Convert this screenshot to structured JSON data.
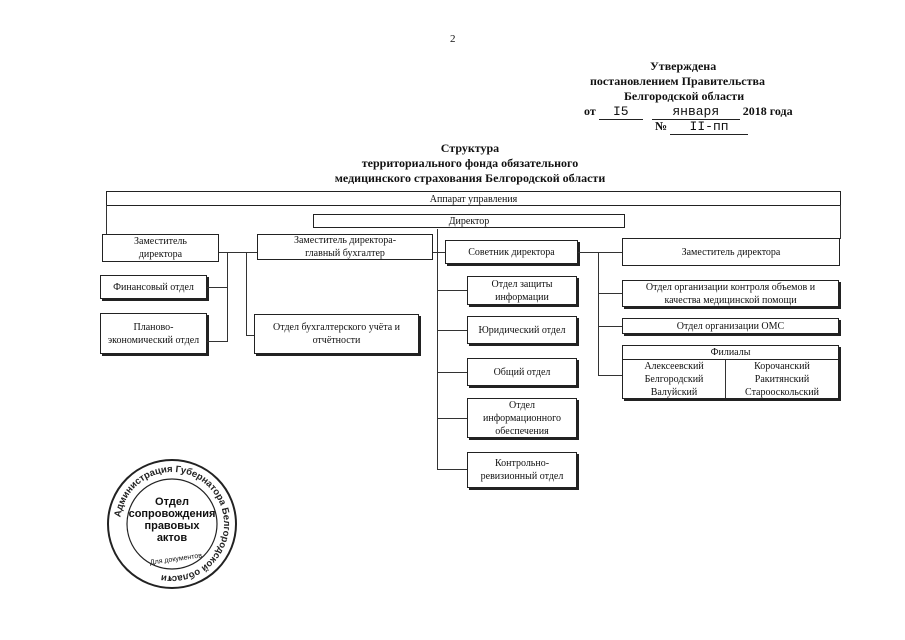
{
  "page_number": "2",
  "approval": {
    "line1": "Утверждена",
    "line2": "постановлением Правительства",
    "line3": "Белгородской области",
    "from_label": "от",
    "day": "I5",
    "month": "января",
    "year": "2018 года",
    "number_label": "№",
    "number": "II-пп"
  },
  "title": {
    "line1": "Структура",
    "line2": "территориального фонда обязательного",
    "line3": "медицинского страхования  Белгородской области"
  },
  "org": {
    "management": "Аппарат управления",
    "director": "Директор",
    "deputy_left": [
      "Заместитель",
      "директора"
    ],
    "deputy_chief_accountant": [
      "Заместитель директора-",
      "главный бухгалтер"
    ],
    "advisor": "Советник директора",
    "deputy_right": "Заместитель  директора",
    "finance": "Финансовый отдел",
    "planning": [
      "Планово-",
      "экономический отдел"
    ],
    "accounting": [
      "Отдел бухгалтерского учёта и",
      "отчётности"
    ],
    "info_protection": [
      "Отдел  защиты",
      "информации"
    ],
    "legal": "Юридический отдел",
    "general": "Общий отдел",
    "it_support": [
      "Отдел",
      "информационного",
      "обеспечения"
    ],
    "audit": [
      "Контрольно-",
      "ревизионный отдел"
    ],
    "quality_control": [
      "Отдел организации контроля объемов и",
      "качества медицинской помощи"
    ],
    "oms": "Отдел организации ОМС",
    "branches_title": "Филиалы",
    "branches_left": [
      "Алексеевский",
      "Белгородский",
      "Валуйский"
    ],
    "branches_right": [
      "Корочанский",
      "Ракитянский",
      "Старооскольский"
    ]
  },
  "stamp": {
    "ring_text": "Администрация Губернатора Белгородской области",
    "center": [
      "Отдел",
      "сопровождения",
      "правовых",
      "актов"
    ],
    "bottom": "Для документов",
    "star": "*"
  }
}
